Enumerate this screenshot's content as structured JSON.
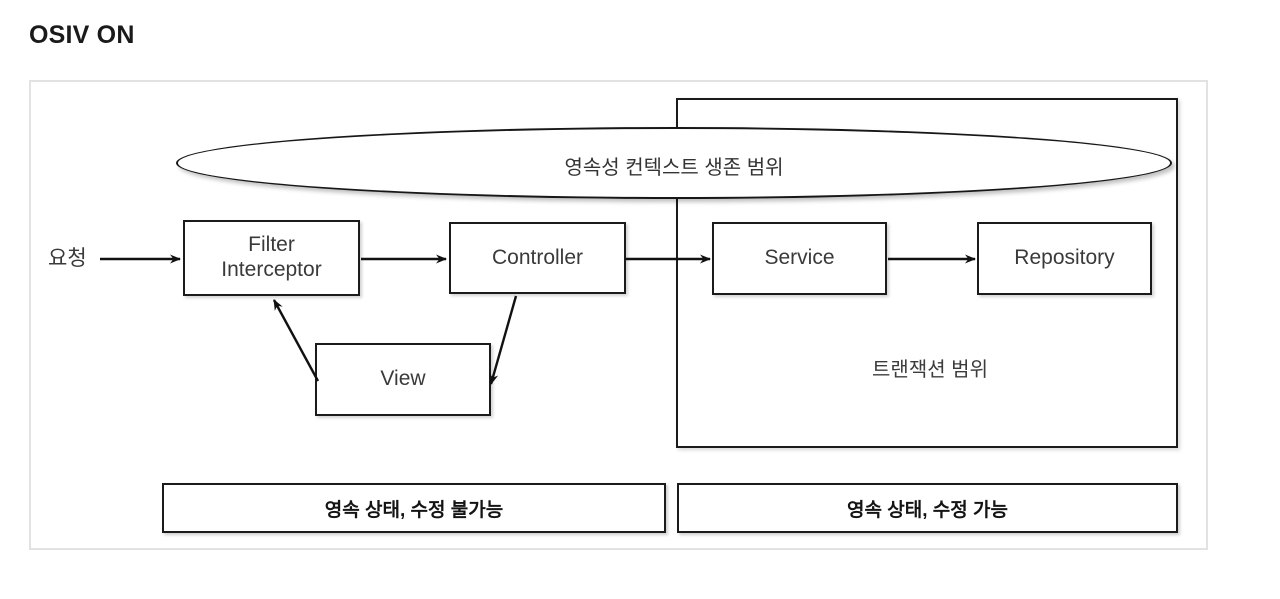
{
  "page": {
    "title": "OSIV ON"
  },
  "diagram": {
    "type": "flow-diagram",
    "persistence_scope_label": "영속성 컨텍스트 생존 범위",
    "transaction_scope_label": "트랜잭션 범위",
    "request_label": "요청",
    "nodes": [
      {
        "id": "filter-interceptor",
        "line1": "Filter",
        "line2": "Interceptor"
      },
      {
        "id": "controller",
        "label": "Controller"
      },
      {
        "id": "view",
        "label": "View"
      },
      {
        "id": "service",
        "label": "Service"
      },
      {
        "id": "repository",
        "label": "Repository"
      }
    ],
    "edges": [
      {
        "from": "요청",
        "to": "Filter Interceptor"
      },
      {
        "from": "Filter Interceptor",
        "to": "Controller"
      },
      {
        "from": "Controller",
        "to": "Service"
      },
      {
        "from": "Service",
        "to": "Repository"
      },
      {
        "from": "Controller",
        "to": "View"
      },
      {
        "from": "View",
        "to": "Filter Interceptor"
      }
    ],
    "state_boxes": [
      {
        "id": "left-state",
        "label": "영속 상태, 수정 불가능"
      },
      {
        "id": "right-state",
        "label": "영속 상태, 수정 가능"
      }
    ]
  },
  "colors": {
    "stroke": "#1b1b1b",
    "frame_border": "#e2e2e2",
    "text": "#3a3a3a",
    "background": "#ffffff"
  }
}
